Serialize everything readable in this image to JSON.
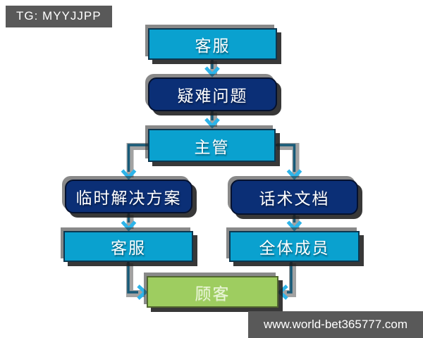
{
  "badge": {
    "text": "TG: MYYJJPP",
    "bg": "#595959",
    "fg": "#ffffff"
  },
  "watermark": {
    "text": "www.world-bet365777.com",
    "bg": "#595959",
    "fg": "#ffffff"
  },
  "colors": {
    "cyan_box": "#0aa1cf",
    "navy_box": "#0b2f76",
    "green_box": "#9ecd60",
    "connector_line": "#175a78",
    "arrowhead": "#2db4e9",
    "shadow": "#1c1c1c",
    "background": "#ffffff"
  },
  "flowchart": {
    "nodes": [
      {
        "id": "support-top",
        "label": "客服",
        "style": "cyan"
      },
      {
        "id": "difficult-issue",
        "label": "疑难问题",
        "style": "navy"
      },
      {
        "id": "supervisor",
        "label": "主管",
        "style": "cyan"
      },
      {
        "id": "temp-solution",
        "label": "临时解决方案",
        "style": "navy"
      },
      {
        "id": "script-doc",
        "label": "话术文档",
        "style": "navy"
      },
      {
        "id": "support-left",
        "label": "客服",
        "style": "cyan"
      },
      {
        "id": "all-members",
        "label": "全体成员",
        "style": "cyan"
      },
      {
        "id": "customer",
        "label": "顾客",
        "style": "green"
      }
    ],
    "edges": [
      "support-top → difficult-issue",
      "difficult-issue → supervisor",
      "supervisor → temp-solution",
      "supervisor → script-doc",
      "temp-solution → support-left",
      "script-doc → all-members",
      "support-left → customer",
      "all-members → customer"
    ]
  }
}
